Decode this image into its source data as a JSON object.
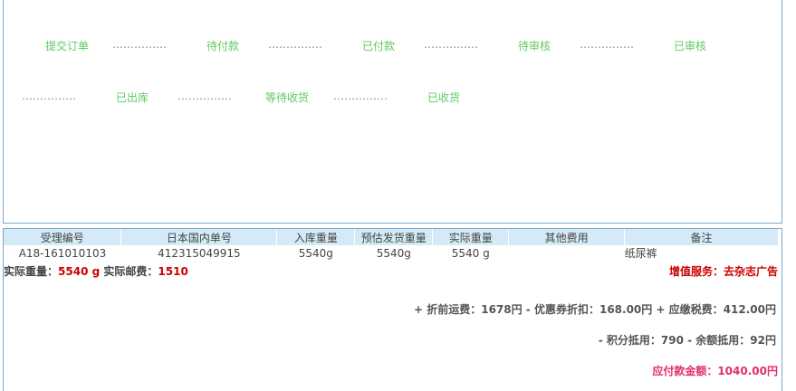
{
  "progress": {
    "steps": [
      "提交订单",
      "待付款",
      "已付款",
      "待审核",
      "已审核",
      "已出库",
      "等待收货",
      "已收货"
    ],
    "separator": "……………"
  },
  "table": {
    "headers": [
      "受理编号",
      "日本国内单号",
      "入库重量",
      "预估发货重量",
      "实际重量",
      "其他费用",
      "备注"
    ],
    "row": [
      "A18-161010103",
      "412315049915",
      "5540g",
      "5540g",
      "5540 g",
      "",
      "纸尿裤"
    ]
  },
  "summary": {
    "weight_label": "实际重量：",
    "weight_value": "5540 g",
    "postage_label": "实际邮费：",
    "postage_value": "1510",
    "service": "增值服务：去杂志广告",
    "fees_line": "+ 折前运费：1678円 - 优惠券折扣：168.00円 + 应缴税费：412.00円",
    "deduct_line": "- 积分抵用：790 - 余额抵用：92円",
    "total": "应付款金额：1040.00円"
  },
  "colors": {
    "step_green": "#5fc95f",
    "header_blue": "#d5eaf7",
    "accent_red": "#cc0000",
    "total_pink": "#e0306a"
  }
}
